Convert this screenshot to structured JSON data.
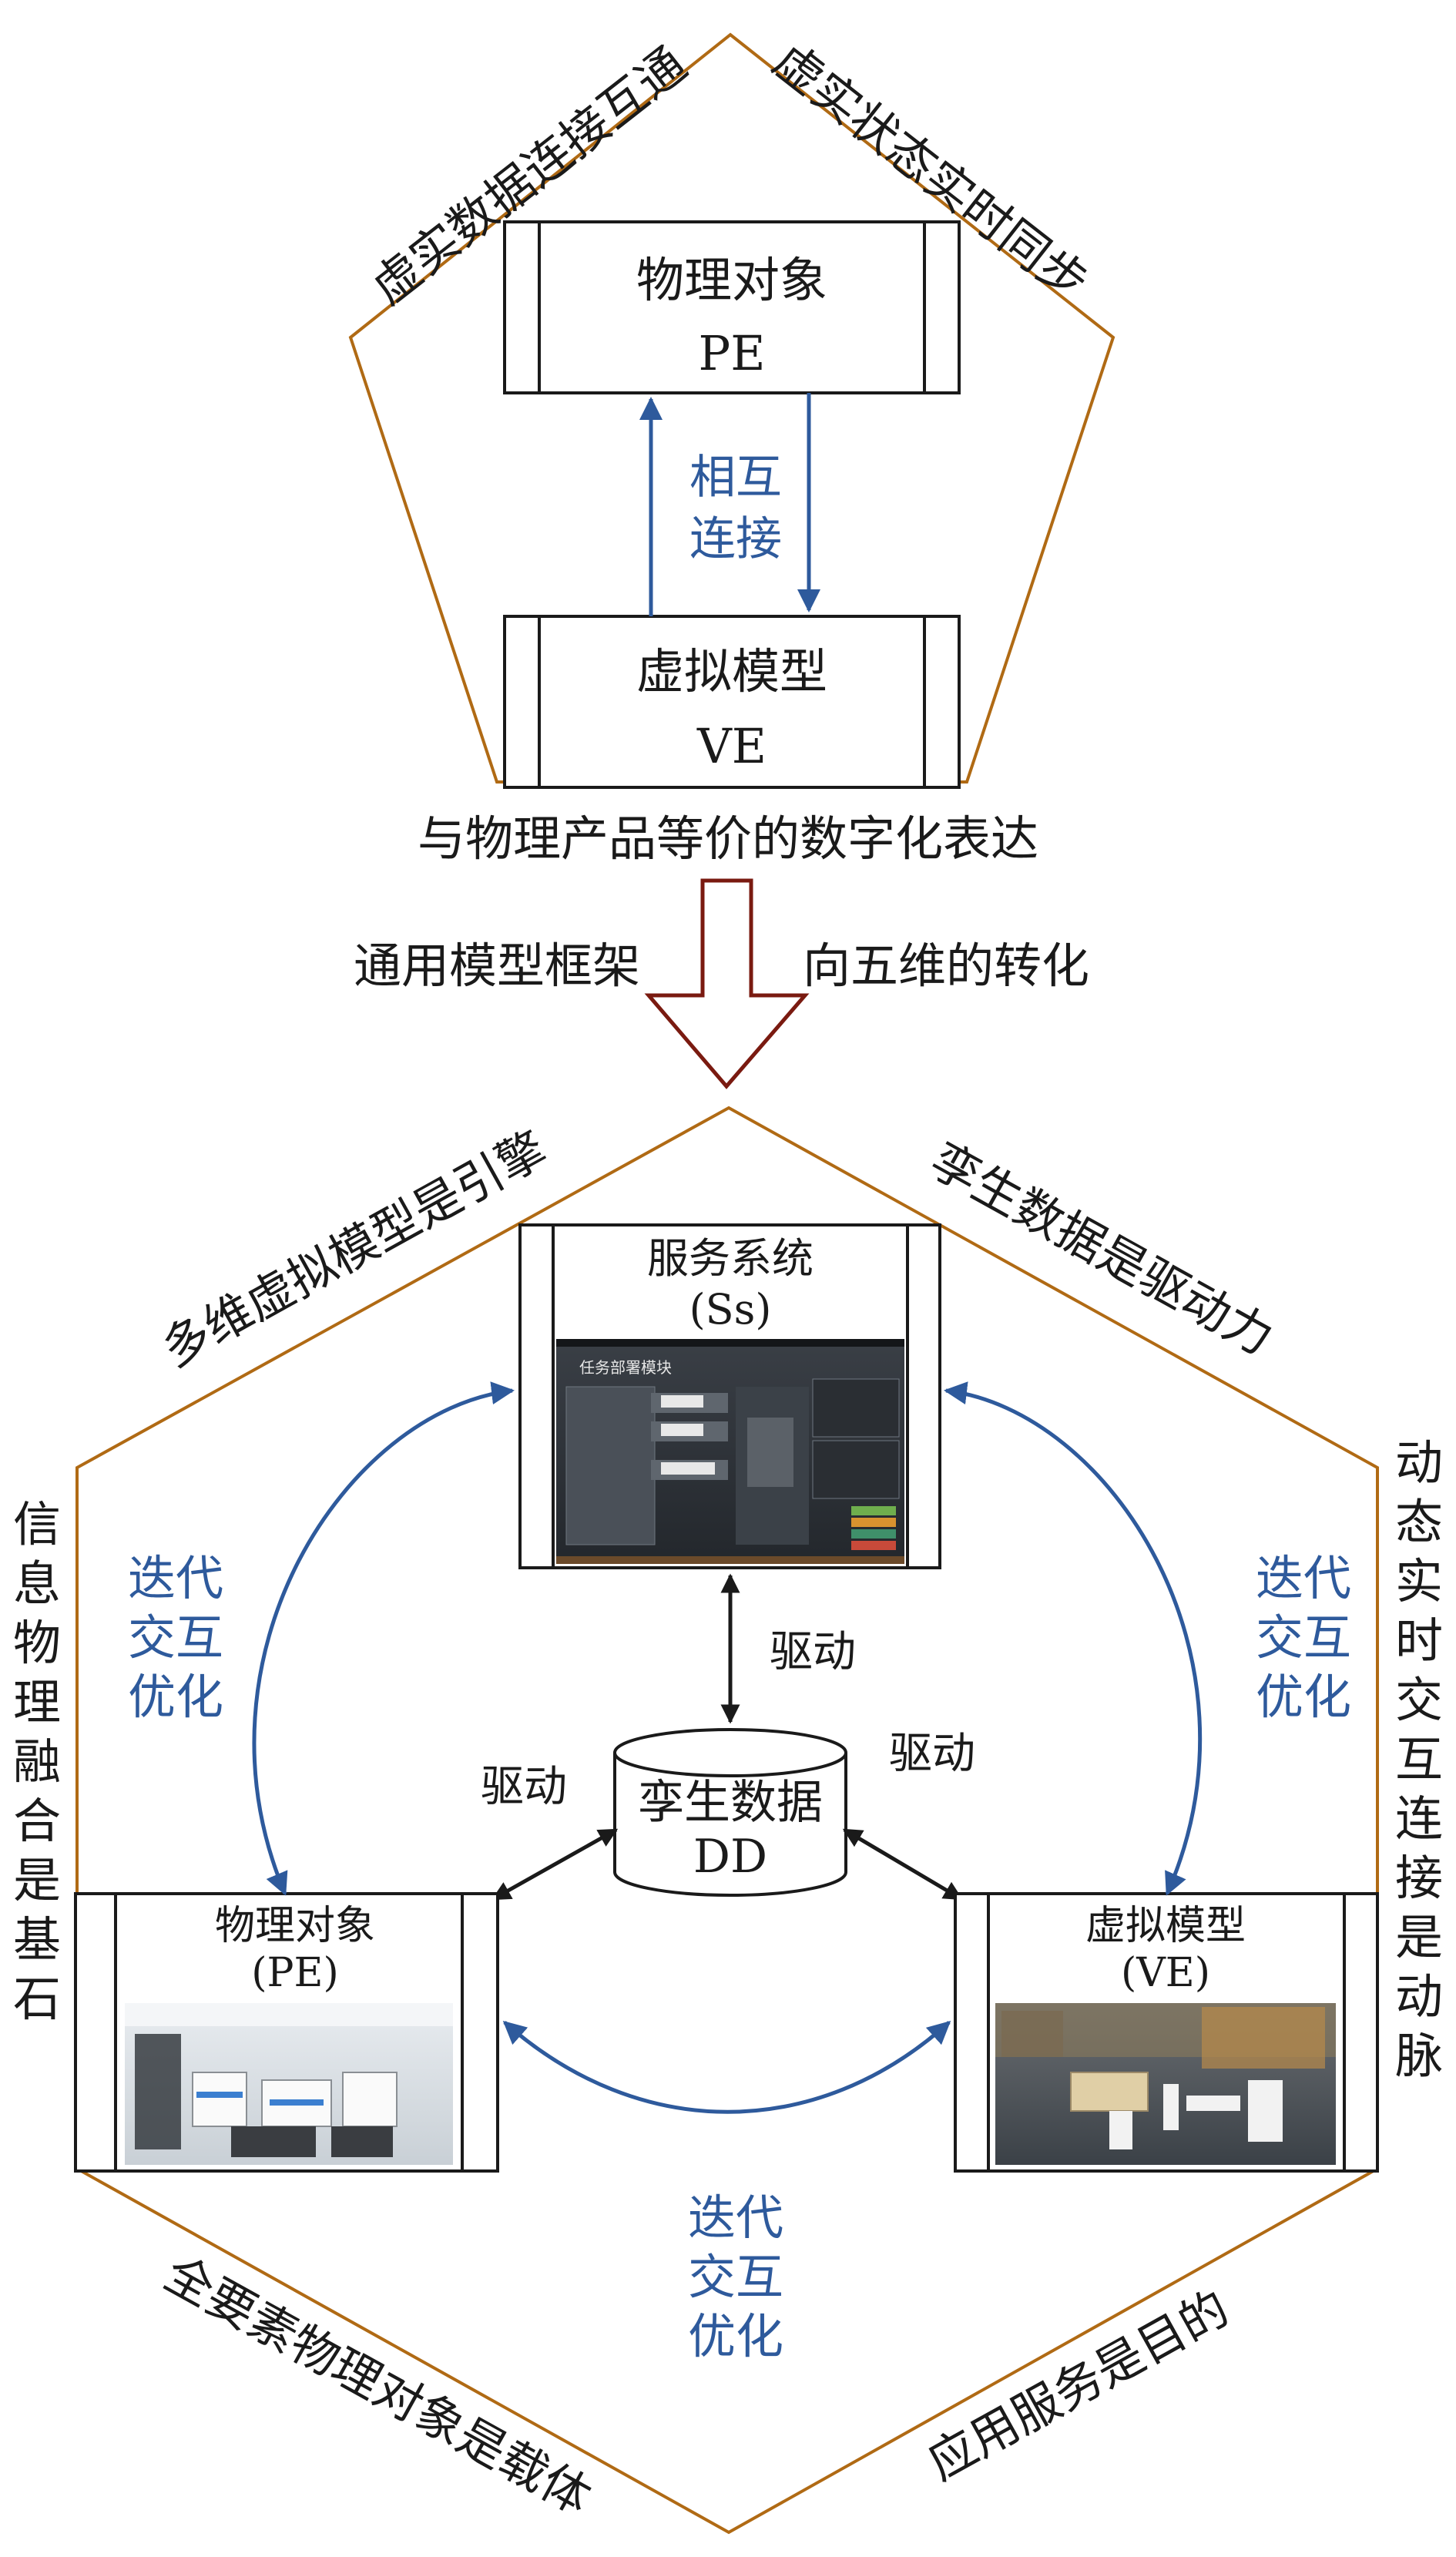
{
  "top_pentagon": {
    "edge_left_label": "虚实数据连接互通",
    "edge_right_label": "虚实状态实时同步",
    "pe_box": {
      "title": "物理对象",
      "code": "PE"
    },
    "ve_box": {
      "title": "虚拟模型",
      "code": "VE"
    },
    "link_label_line1": "相互",
    "link_label_line2": "连接",
    "caption": "与物理产品等价的数字化表达"
  },
  "transition": {
    "left_label": "通用模型框架",
    "right_label": "向五维的转化"
  },
  "hexagon": {
    "edge_top_left": "多维虚拟模型是引擎",
    "edge_top_right": "孪生数据是驱动力",
    "edge_left_vertical": "信息物理融合是基石",
    "edge_right_vertical": "动态实时交互连接是动脉",
    "edge_bottom_left": "全要素物理对象是载体",
    "edge_bottom_right": "应用服务是目的",
    "ss_box": {
      "title": "服务系统",
      "code": "(Ss)",
      "screenshot_title": "任务部署模块"
    },
    "pe_box": {
      "title": "物理对象",
      "code": "(PE)"
    },
    "ve_box": {
      "title": "虚拟模型",
      "code": "(VE)"
    },
    "dd_cylinder": {
      "title": "孪生数据",
      "code": "DD"
    },
    "drive_label": "驱动",
    "iterate_label_line1": "迭代",
    "iterate_label_line2": "交互",
    "iterate_label_line3": "优化"
  },
  "colors": {
    "outline": "#b06a14",
    "blue_arrows": "#2e5a9c",
    "transition_arrow": "#7a1a10",
    "box_stroke": "#1a1a1a"
  }
}
